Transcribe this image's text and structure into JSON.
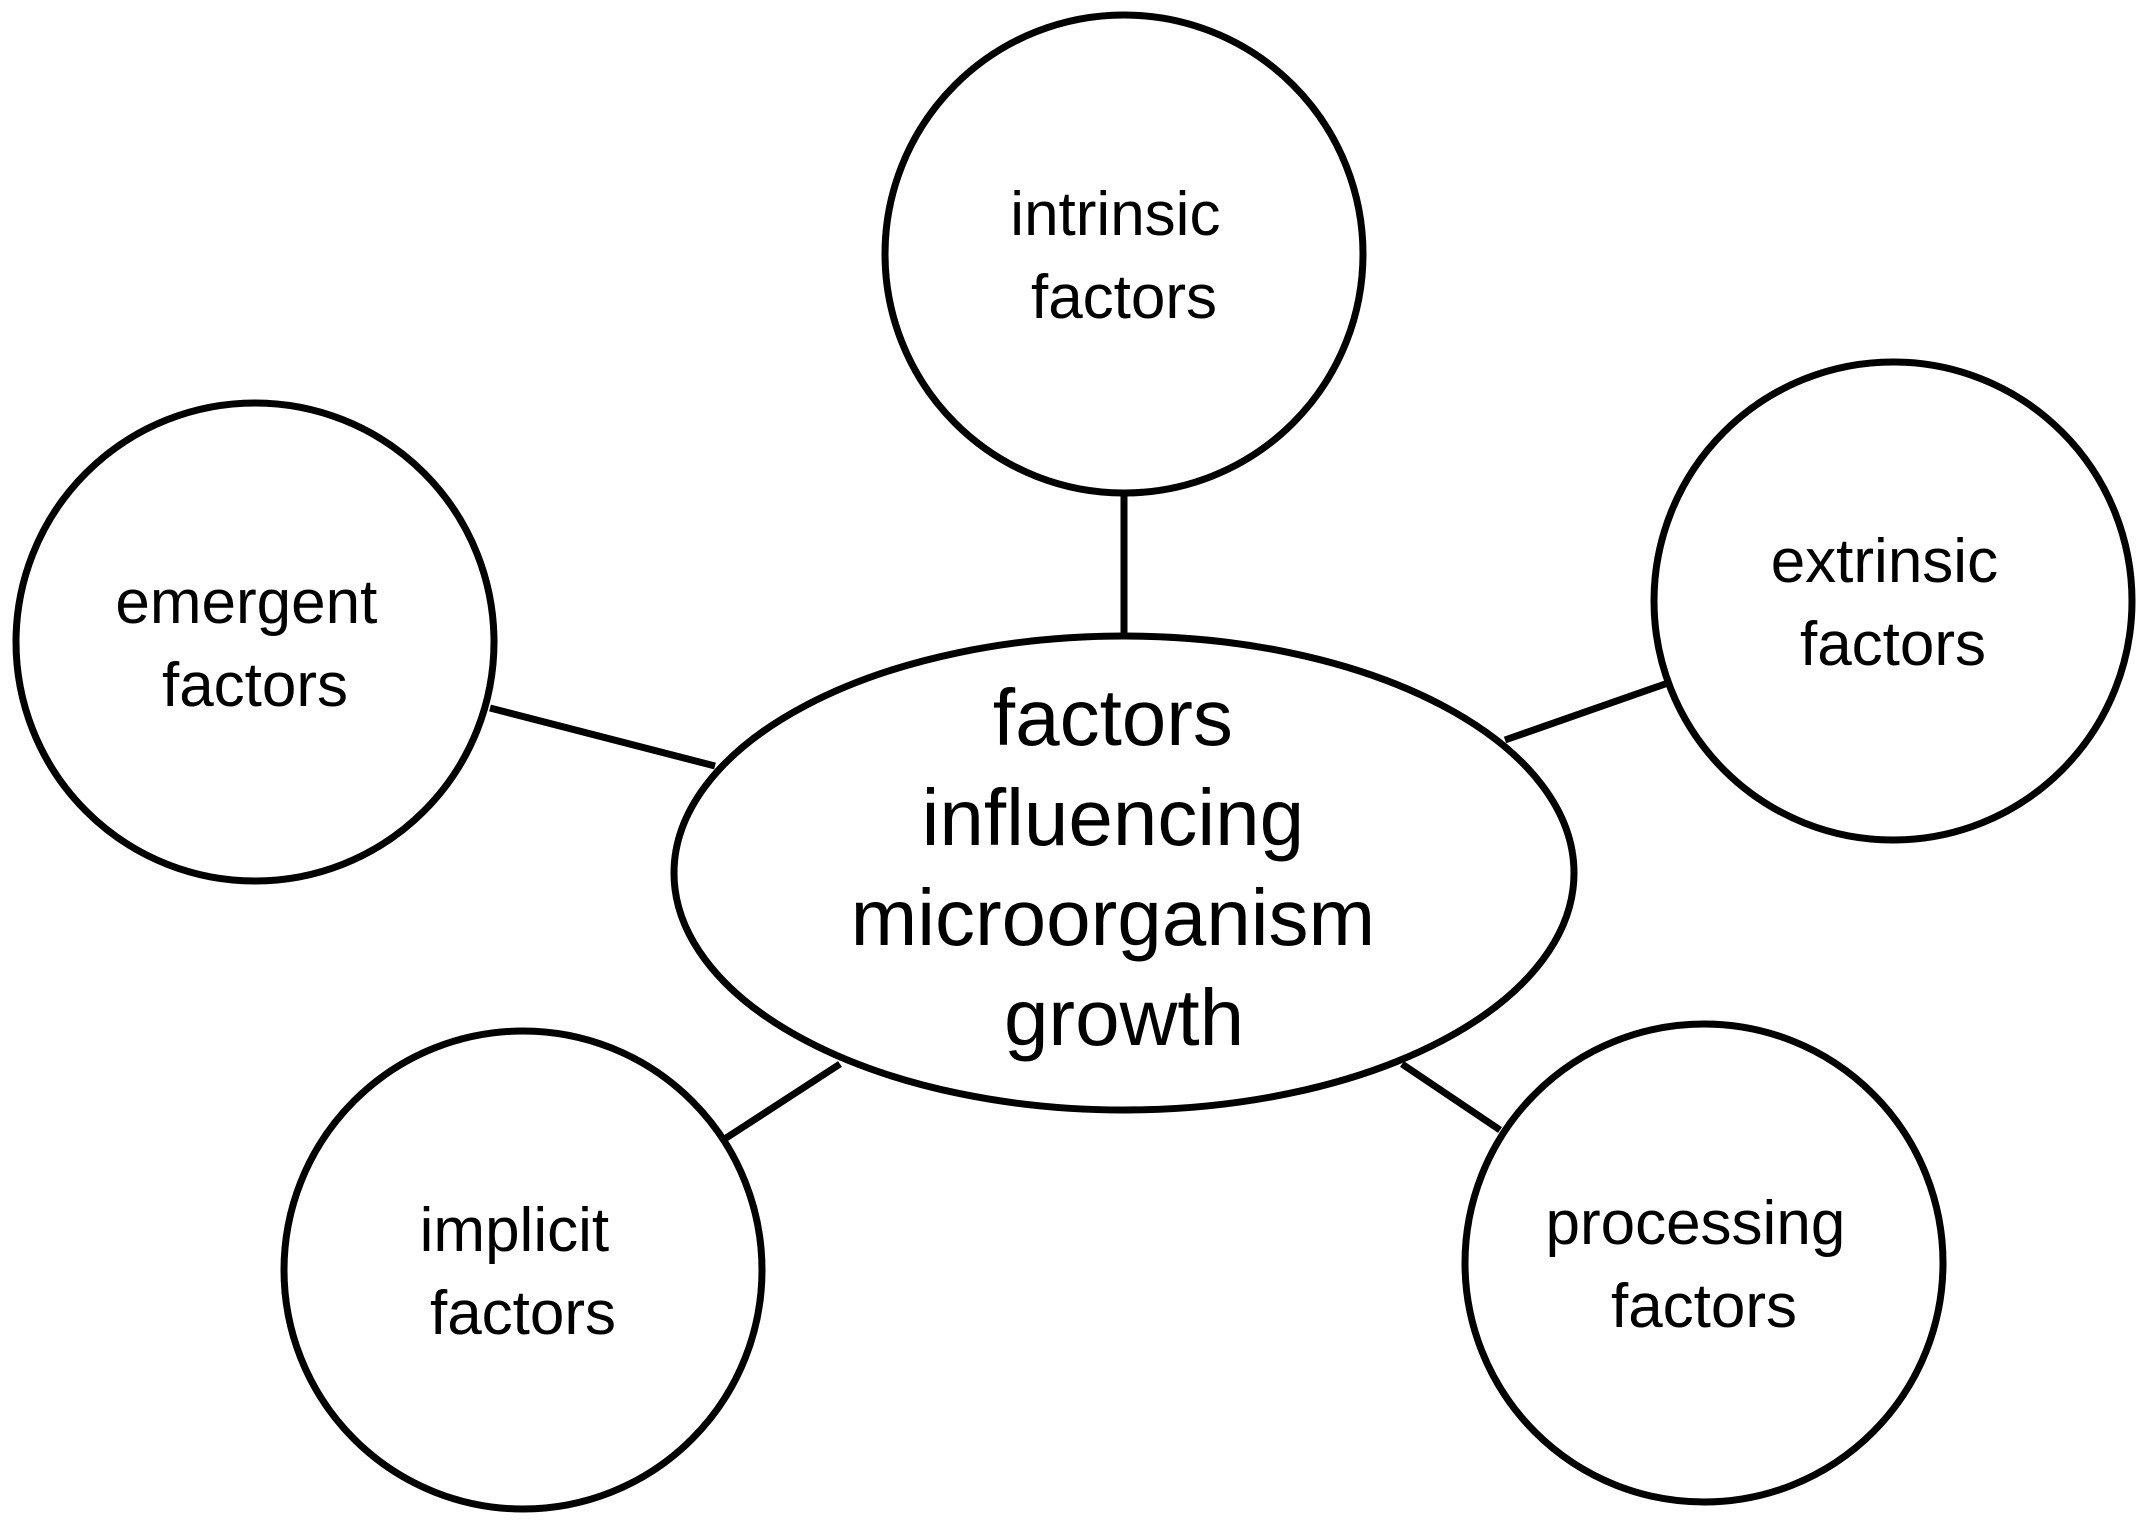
{
  "diagram": {
    "center": {
      "lines": [
        "factors",
        "influencing",
        "microorganism",
        "growth"
      ]
    },
    "nodes": [
      {
        "id": "intrinsic",
        "lines": [
          "intrinsic",
          "factors"
        ]
      },
      {
        "id": "extrinsic",
        "lines": [
          "extrinsic",
          "factors"
        ]
      },
      {
        "id": "processing",
        "lines": [
          "processing",
          "factors"
        ]
      },
      {
        "id": "implicit",
        "lines": [
          "implicit",
          "factors"
        ]
      },
      {
        "id": "emergent",
        "lines": [
          "emergent",
          "factors"
        ]
      }
    ],
    "edges": [
      {
        "from": "center",
        "to": "intrinsic"
      },
      {
        "from": "center",
        "to": "extrinsic"
      },
      {
        "from": "center",
        "to": "processing"
      },
      {
        "from": "center",
        "to": "implicit"
      },
      {
        "from": "center",
        "to": "emergent"
      }
    ]
  }
}
